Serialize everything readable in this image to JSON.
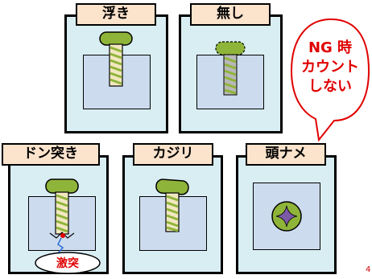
{
  "panels": [
    {
      "label": "浮き"
    },
    {
      "label": "無し"
    },
    {
      "label": "ドン突き"
    },
    {
      "label": "カジリ"
    },
    {
      "label": "頭ナメ"
    }
  ],
  "callout": {
    "lines": [
      "NG 時",
      "カウント",
      "しない"
    ]
  },
  "clash_label": "激突",
  "corner_mark": "4",
  "colors": {
    "panel_bg": "#d9eef3",
    "tab_bg": "#fbe3cc",
    "well_bg": "#ccdcee",
    "screw": "#8fb43a",
    "thread": "#f2e8c0",
    "callout_text": "#e00000"
  }
}
